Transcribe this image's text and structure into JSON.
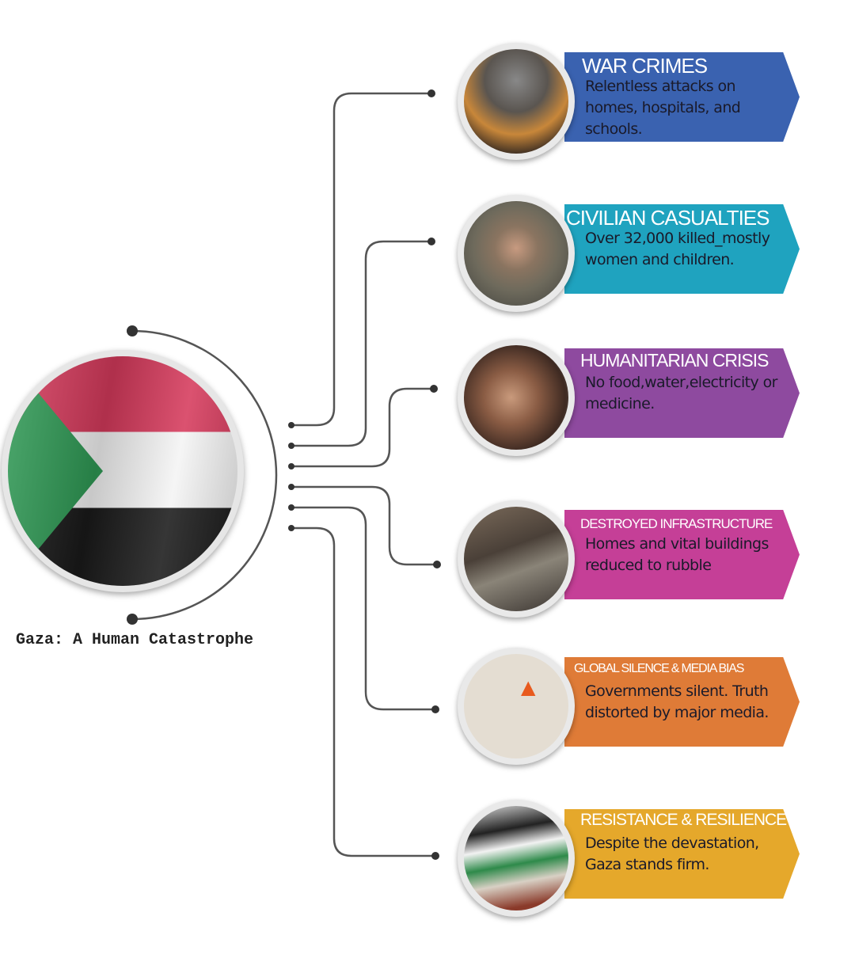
{
  "caption": "Gaza: A Human Catastrophe",
  "items": [
    {
      "title": "WAR  CRIMES",
      "desc": "Relentless attacks on homes, hospitals, and schools.",
      "color": "#3a62b0"
    },
    {
      "title": "CIVILIAN  CASUALTIES",
      "desc": "Over 32,000 killed_mostly women and children.",
      "color": "#1fa3bf"
    },
    {
      "title": "HUMANITARIAN  CRISIS",
      "desc": "No food,water,electricity or medicine.",
      "color": "#8e4a9f"
    },
    {
      "title": "DESTROYED  INFRASTRUCTURE",
      "desc": "Homes and vital buildings reduced to rubble",
      "color": "#c53f97"
    },
    {
      "title": "GLOBAL  SILENCE  &  MEDIA  BIAS",
      "desc": "Governments silent. Truth distorted by major media.",
      "color": "#df7b37"
    },
    {
      "title": "RESISTANCE  &  RESILIENCE",
      "desc": "Despite the devastation, Gaza stands firm.",
      "color": "#e5a82b"
    }
  ]
}
